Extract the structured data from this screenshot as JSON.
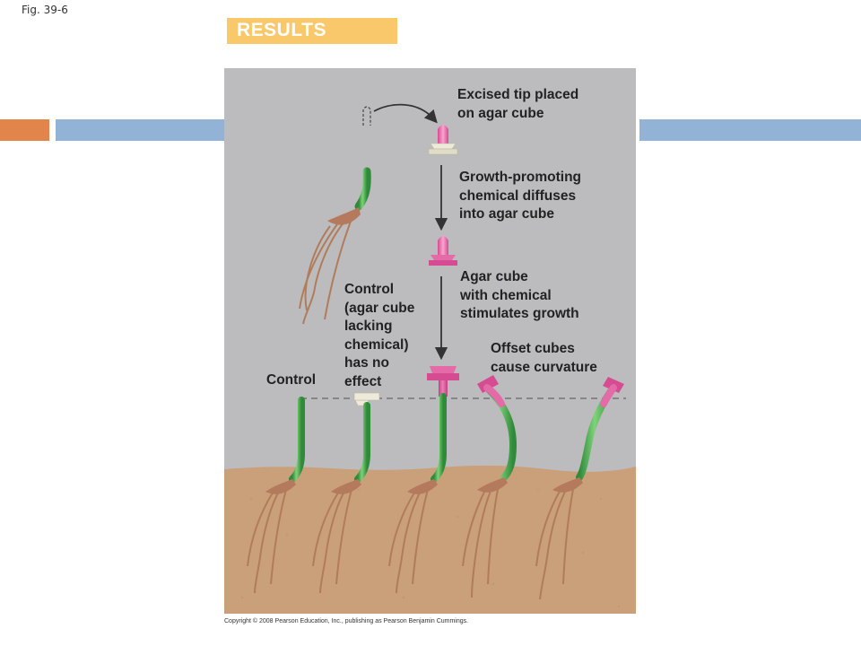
{
  "figure": {
    "fig_label": "Fig. 39-6",
    "banner": "RESULTS",
    "copyright": "Copyright © 2008 Pearson Education, Inc., publishing as Pearson Benjamin Cummings."
  },
  "labels": {
    "step1": [
      "Excised tip placed",
      "on agar cube"
    ],
    "step2": [
      "Growth-promoting",
      "chemical diffuses",
      "into agar cube"
    ],
    "step3": [
      "Agar cube",
      "with chemical",
      "stimulates growth"
    ],
    "control_tag": "Control",
    "control_agar": [
      "Control",
      "(agar cube",
      "lacking",
      "chemical)",
      "has no",
      "effect"
    ],
    "offset": [
      "Offset cubes",
      "cause curvature"
    ]
  },
  "colors": {
    "background": "#bcbcbe",
    "soil": "#c9a07a",
    "stem": "#5ab558",
    "chemical": "#e0559a",
    "agar_plain": "#e8e4d0",
    "banner": "#f9c86a",
    "accent_orange": "#e1854b",
    "accent_blue": "#93b3d6"
  }
}
